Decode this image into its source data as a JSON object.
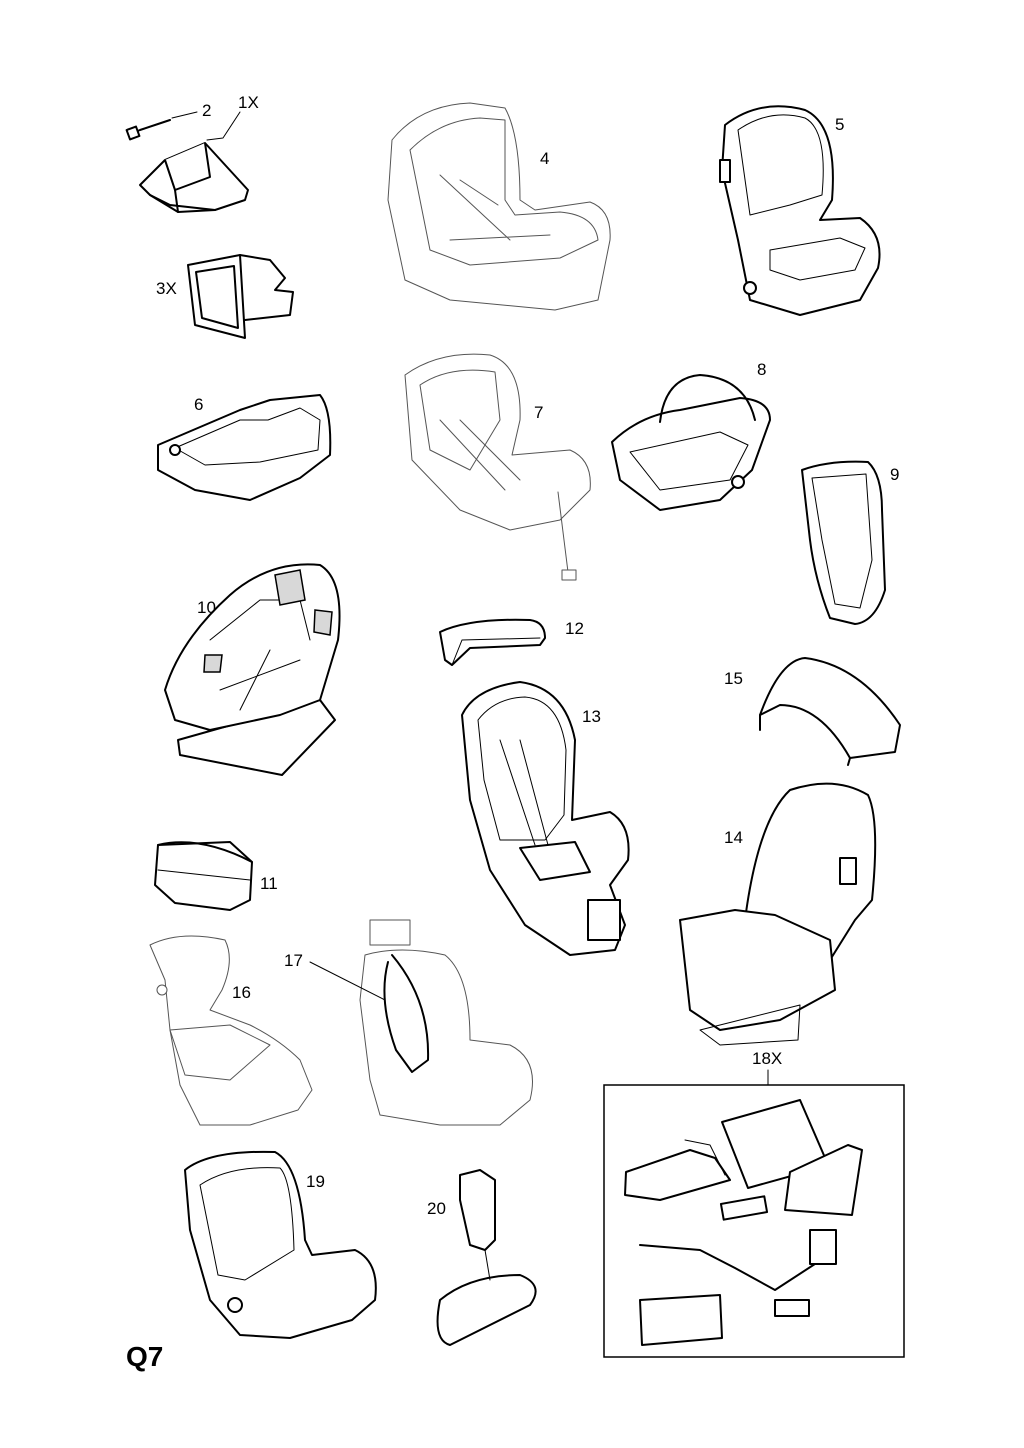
{
  "page": {
    "code": "Q7"
  },
  "parts": [
    {
      "number": "1X",
      "icon": "seat-base-clip-icon"
    },
    {
      "number": "2",
      "icon": "bolt-icon"
    },
    {
      "number": "3X",
      "icon": "base-frame-icon"
    },
    {
      "number": "4",
      "icon": "infant-carrier-icon"
    },
    {
      "number": "5",
      "icon": "child-seat-icon"
    },
    {
      "number": "6",
      "icon": "booster-cushion-icon"
    },
    {
      "number": "7",
      "icon": "child-seat-with-belt-icon"
    },
    {
      "number": "8",
      "icon": "infant-carrier-handle-icon"
    },
    {
      "number": "9",
      "icon": "seat-cover-icon"
    },
    {
      "number": "10",
      "icon": "patterned-child-seat-icon"
    },
    {
      "number": "11",
      "icon": "seat-adapter-icon"
    },
    {
      "number": "12",
      "icon": "sun-canopy-small-icon"
    },
    {
      "number": "13",
      "icon": "child-seat-harness-icon"
    },
    {
      "number": "14",
      "icon": "child-seat-large-icon"
    },
    {
      "number": "15",
      "icon": "sun-canopy-large-icon"
    },
    {
      "number": "16",
      "icon": "booster-with-backrest-icon"
    },
    {
      "number": "17",
      "icon": "seat-belt-guide-icon"
    },
    {
      "number": "18X",
      "icon": "belt-kit-icon"
    },
    {
      "number": "19",
      "icon": "seat-cover-large-icon"
    },
    {
      "number": "20",
      "icon": "belt-hanger-icon"
    }
  ]
}
